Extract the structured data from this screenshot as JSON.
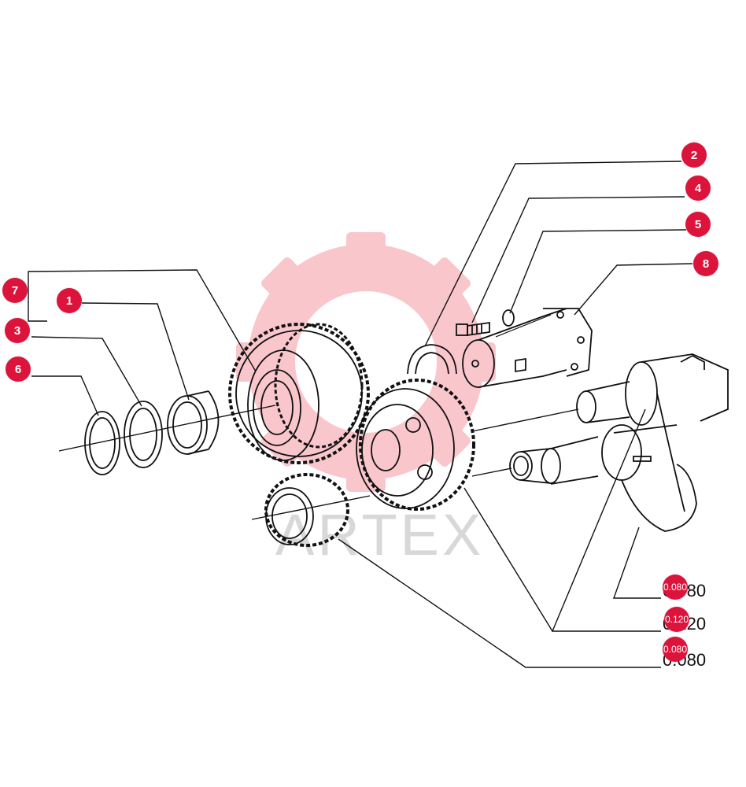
{
  "diagram": {
    "callouts": [
      {
        "id": "2",
        "label": "2"
      },
      {
        "id": "4",
        "label": "4"
      },
      {
        "id": "5",
        "label": "5"
      },
      {
        "id": "8",
        "label": "8"
      },
      {
        "id": "7",
        "label": "7"
      },
      {
        "id": "1",
        "label": "1"
      },
      {
        "id": "3",
        "label": "3"
      },
      {
        "id": "6",
        "label": "6"
      }
    ],
    "clearances": [
      {
        "badge": "0.080",
        "printed": "0.080"
      },
      {
        "badge": "0.120",
        "printed": "0.120"
      },
      {
        "badge": "0.080",
        "printed": "0.080"
      }
    ],
    "watermark": {
      "text": "ARTEX",
      "color": "#e8001c"
    },
    "colors": {
      "callout_fill": "#dc143c",
      "line": "#111111"
    }
  }
}
